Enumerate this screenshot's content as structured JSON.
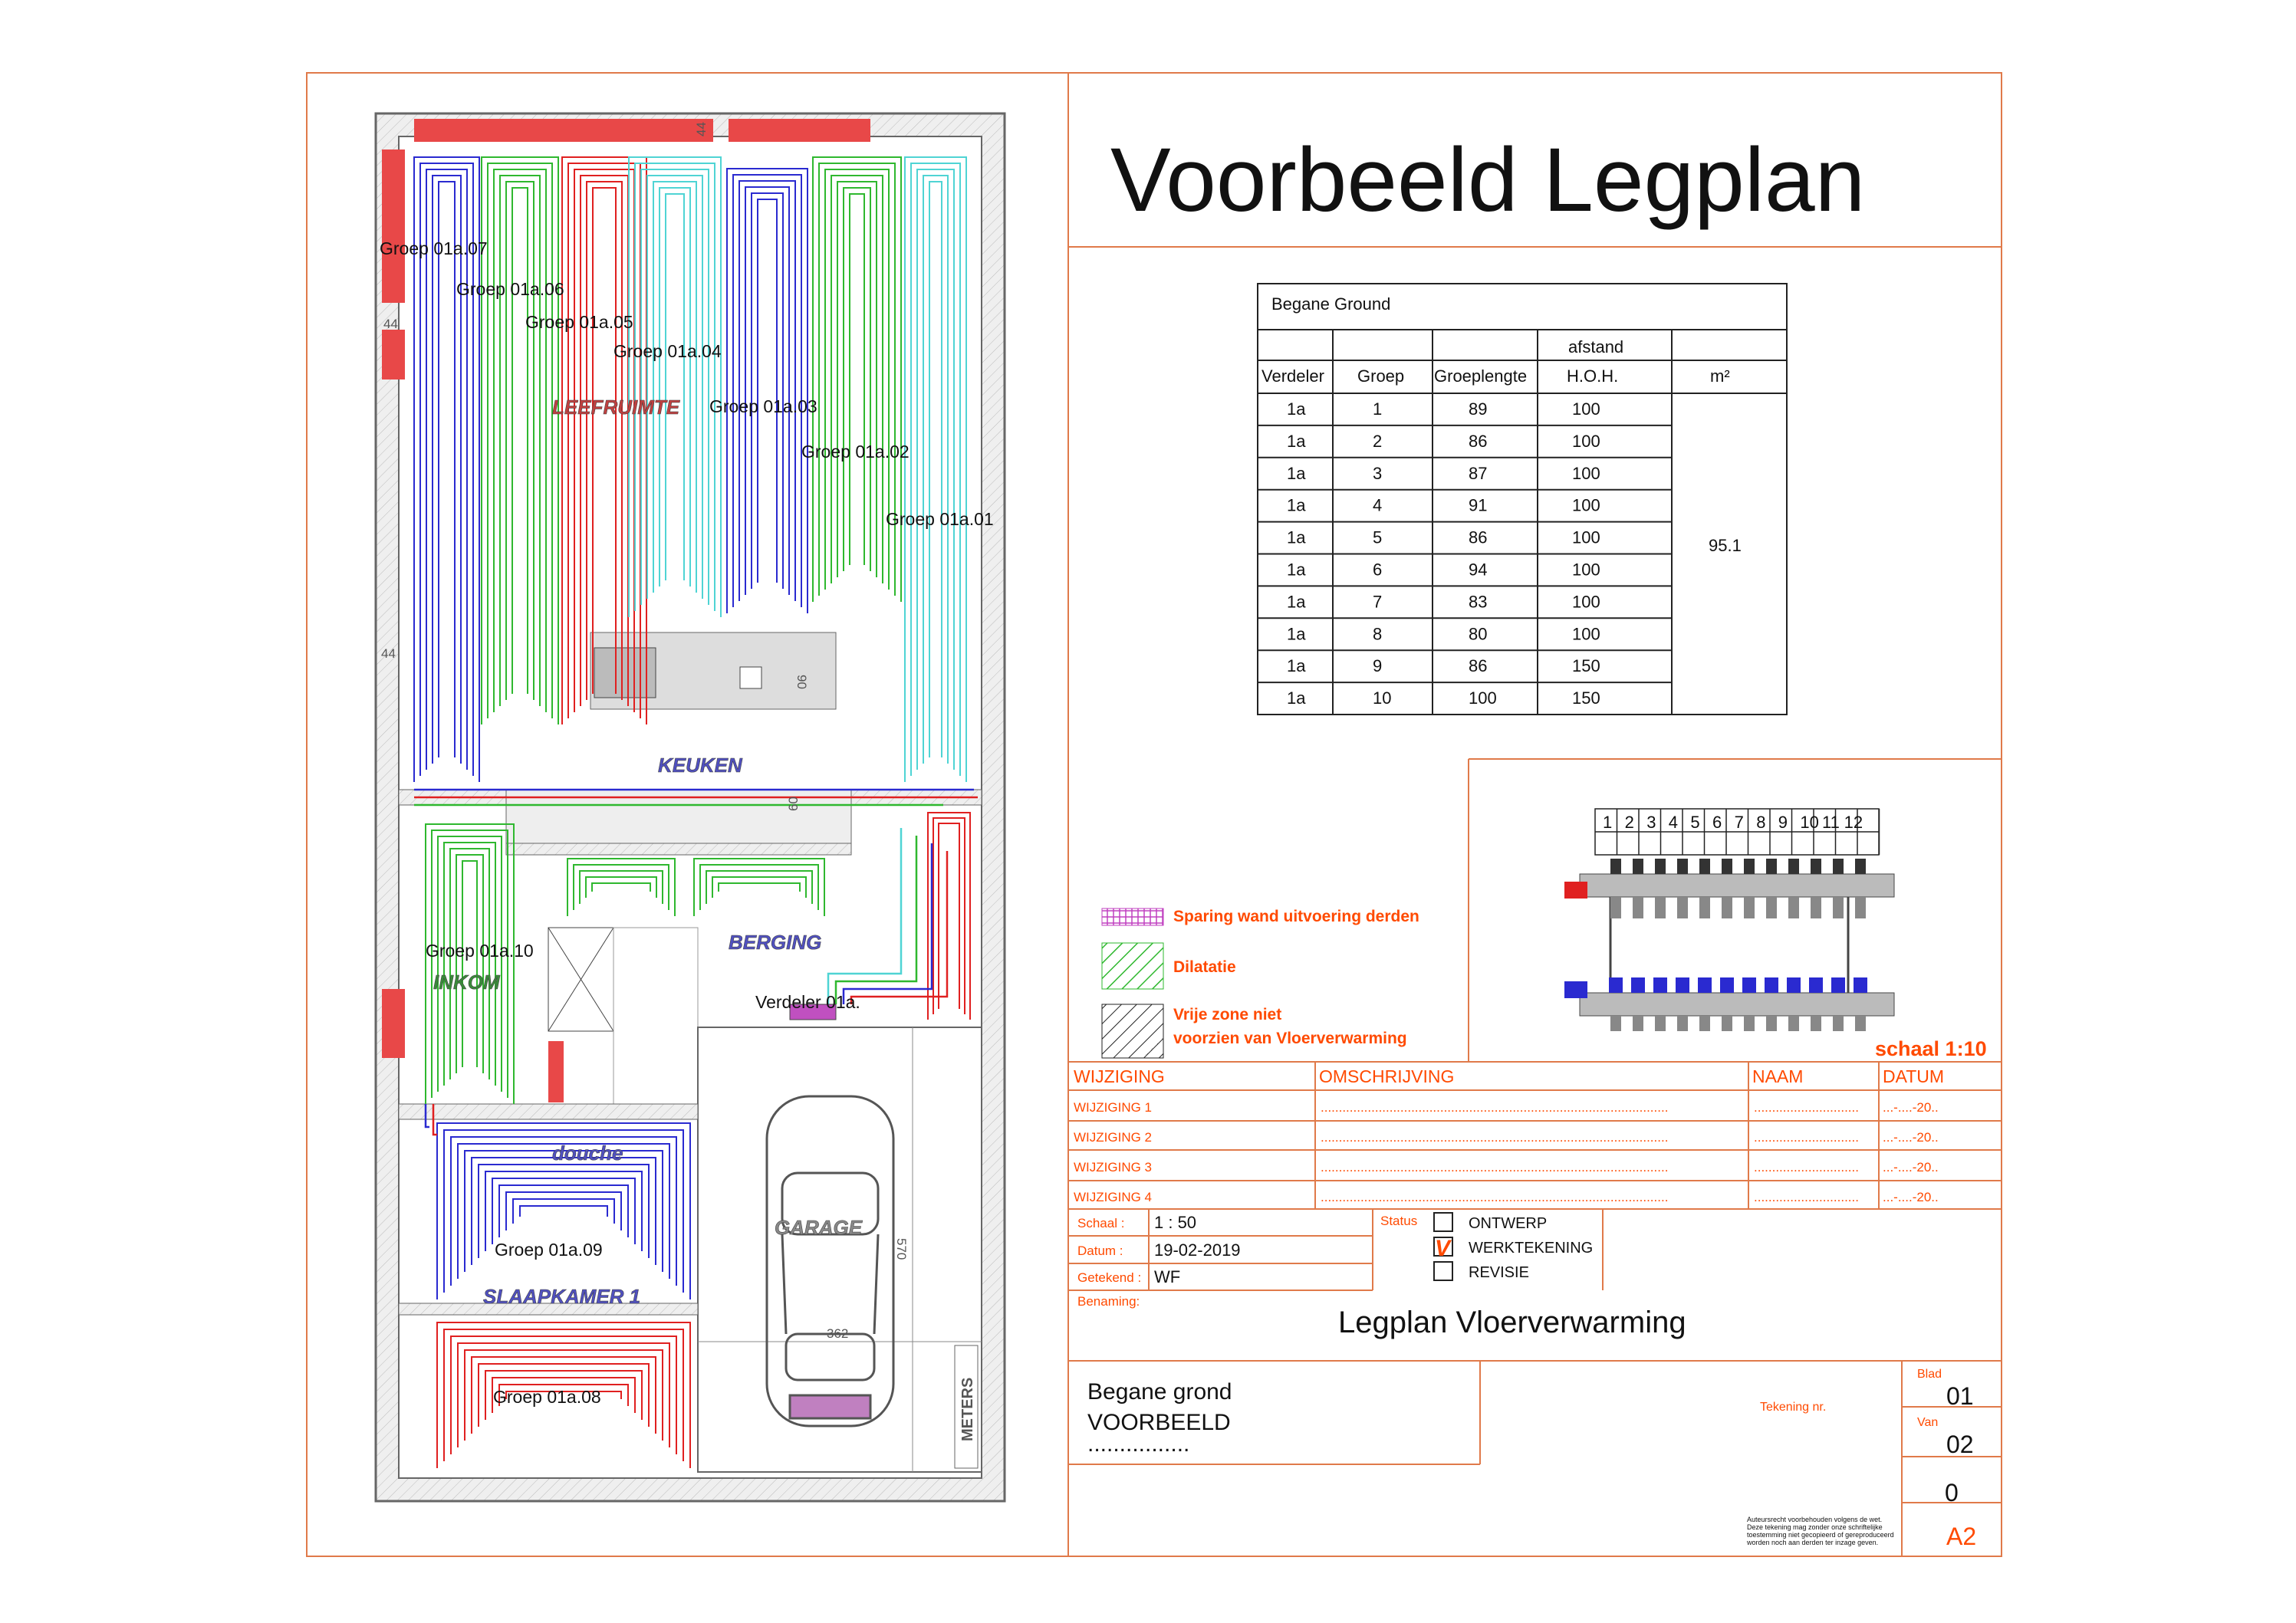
{
  "title": "Voorbeeld Legplan",
  "colors": {
    "frame": "#e07a4a",
    "group1": "#2fb82f",
    "group2": "#4fd4d4",
    "group3": "#2a2ad0",
    "group4": "#e02020",
    "wall": "#e8e8e8",
    "red_block": "#e84848",
    "accent_text": "#ff4a00"
  },
  "floorplan": {
    "group_labels": [
      "Groep 01a.07",
      "Groep 01a.06",
      "Groep 01a.05",
      "Groep 01a.04",
      "Groep 01a.03",
      "Groep 01a.02",
      "Groep 01a.01",
      "Groep 01a.10",
      "Groep 01a.09",
      "Groep 01a.08"
    ],
    "verdeler_label": "Verdeler 01a.",
    "rooms": {
      "leefruimte": "LEEFRUIMTE",
      "keuken": "KEUKEN",
      "berging": "BERGING",
      "inkom": "INKOM",
      "douche": "douche",
      "garage": "GARAGE",
      "slaapkamer": "SLAAPKAMER 1"
    },
    "dims": {
      "d1": "44",
      "d2": "44",
      "d3": "44",
      "d4": "90",
      "d5": "60",
      "d6": "570",
      "d7": "362",
      "meters": "METERS"
    }
  },
  "table": {
    "heading": "Begane Ground",
    "afstand": "afstand",
    "columns": [
      "Verdeler",
      "Groep",
      "Groeplengte",
      "H.O.H.",
      "m²"
    ],
    "rows": [
      [
        "1a",
        "1",
        "89",
        "100"
      ],
      [
        "1a",
        "2",
        "86",
        "100"
      ],
      [
        "1a",
        "3",
        "87",
        "100"
      ],
      [
        "1a",
        "4",
        "91",
        "100"
      ],
      [
        "1a",
        "5",
        "86",
        "100"
      ],
      [
        "1a",
        "6",
        "94",
        "100"
      ],
      [
        "1a",
        "7",
        "83",
        "100"
      ],
      [
        "1a",
        "8",
        "80",
        "100"
      ],
      [
        "1a",
        "9",
        "86",
        "150"
      ],
      [
        "1a",
        "10",
        "100",
        "150"
      ]
    ],
    "area": "95.1"
  },
  "manifold": {
    "numbers": [
      "1",
      "2",
      "3",
      "4",
      "5",
      "6",
      "7",
      "8",
      "9",
      "10",
      "11",
      "12"
    ],
    "scale": "schaal 1:10"
  },
  "legend": {
    "sparing": "Sparing wand uitvoering derden",
    "dilatatie": "Dilatatie",
    "vrije_zone_1": "Vrije zone niet",
    "vrije_zone_2": "voorzien van Vloerverwarming"
  },
  "revisions": {
    "headers": [
      "WIJZIGING",
      "OMSCHRIJVING",
      "NAAM",
      "DATUM"
    ],
    "rows": [
      {
        "label": "WIJZIGING 1",
        "desc": "................................................................................................",
        "name": ".............................",
        "date": "...-....-20.."
      },
      {
        "label": "WIJZIGING 2",
        "desc": "................................................................................................",
        "name": ".............................",
        "date": "...-....-20.."
      },
      {
        "label": "WIJZIGING 3",
        "desc": "................................................................................................",
        "name": ".............................",
        "date": "...-....-20.."
      },
      {
        "label": "WIJZIGING 4",
        "desc": "................................................................................................",
        "name": ".............................",
        "date": "...-....-20.."
      }
    ]
  },
  "info": {
    "schaal_label": "Schaal :",
    "schaal": "1 : 50",
    "datum_label": "Datum :",
    "datum": "19-02-2019",
    "getekend_label": "Getekend :",
    "getekend": "WF",
    "benaming_label": "Benaming:",
    "status_label": "Status",
    "status_ontwerp": "ONTWERP",
    "status_werktekening": "WERKTEKENING",
    "status_revisie": "REVISIE",
    "status_check": "V",
    "benaming": "Legplan Vloerverwarming"
  },
  "titleblock": {
    "line1": "Begane grond",
    "line2": "VOORBEELD",
    "line3": "................",
    "tekening_label": "Tekening nr.",
    "blad_label": "Blad",
    "blad": "01",
    "van_label": "Van",
    "van": "02",
    "rev": "0",
    "format": "A2",
    "disclaimer_1": "Auteursrecht voorbehouden volgens de wet.",
    "disclaimer_2": "Deze tekening mag zonder onze schriftelijke",
    "disclaimer_3": "toestemming niet gecopieerd of gereproduceerd",
    "disclaimer_4": "worden noch aan derden ter inzage geven."
  }
}
